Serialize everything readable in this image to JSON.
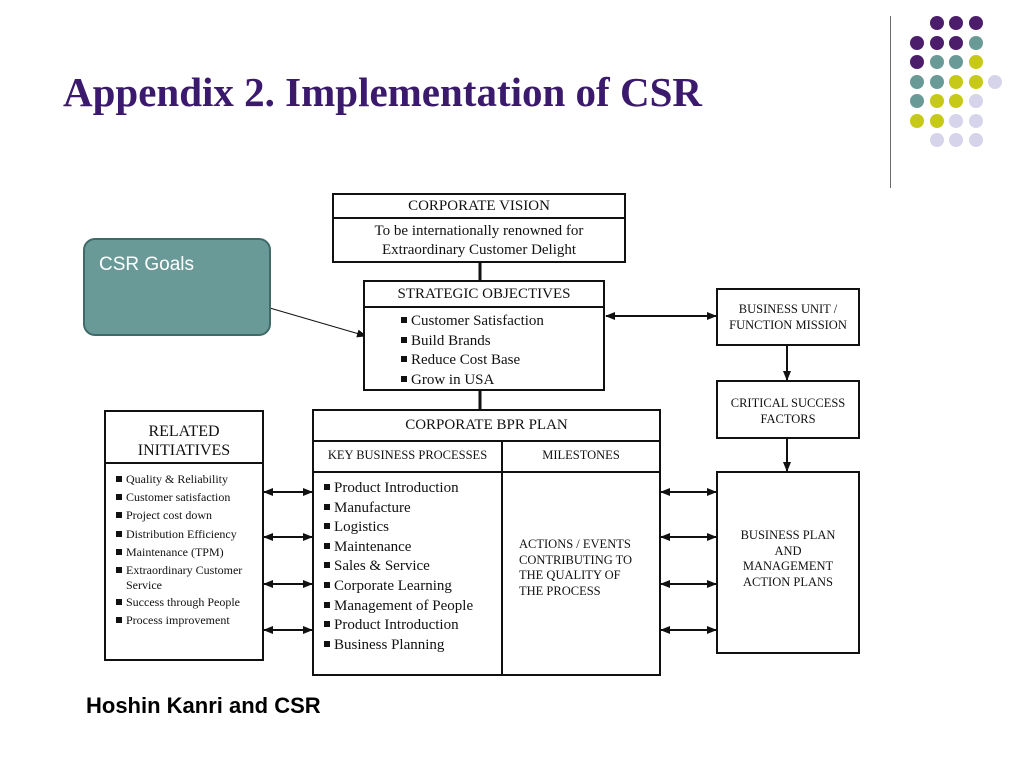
{
  "slide": {
    "title": "Appendix 2. Implementation of CSR",
    "caption": "Hoshin Kanri and CSR"
  },
  "colors": {
    "title": "#3b1a6e",
    "dot_purple": "#4b1d6b",
    "dot_teal": "#6a9a97",
    "dot_yellow": "#c7c918",
    "dot_lavender": "#d6d4ea",
    "callout_fill": "#6a9a97"
  },
  "callout": {
    "label": "CSR Goals"
  },
  "corporate_vision": {
    "header": "CORPORATE VISION",
    "line1": "To be internationally renowned for",
    "line2": "Extraordinary Customer Delight"
  },
  "strategic_objectives": {
    "header": "STRATEGIC OBJECTIVES",
    "items": [
      "Customer Satisfaction",
      "Build Brands",
      "Reduce Cost Base",
      "Grow in USA"
    ]
  },
  "business_unit": {
    "line1": "BUSINESS UNIT /",
    "line2": "FUNCTION MISSION"
  },
  "critical_success": {
    "line1": "CRITICAL SUCCESS",
    "line2": "FACTORS"
  },
  "related_initiatives": {
    "header1": "RELATED",
    "header2": "INITIATIVES",
    "items": [
      "Quality & Reliability",
      "Customer satisfaction",
      "Project cost down",
      "Distribution Efficiency",
      "Maintenance (TPM)",
      "Extraordinary Customer",
      "Service",
      "Success through People",
      "Process improvement"
    ]
  },
  "bpr_plan": {
    "header": "CORPORATE BPR PLAN",
    "col1_header": "KEY BUSINESS PROCESSES",
    "col2_header": "MILESTONES",
    "processes": [
      "Product Introduction",
      "Manufacture",
      "Logistics",
      "Maintenance",
      "Sales & Service",
      "Corporate Learning",
      "Management of People",
      "Product Introduction",
      "Business Planning"
    ],
    "milestone_lines": [
      "ACTIONS / EVENTS",
      "CONTRIBUTING TO",
      "THE QUALITY OF",
      "THE PROCESS"
    ]
  },
  "business_plan": {
    "lines": [
      "BUSINESS PLAN",
      "AND",
      "MANAGEMENT",
      "ACTION PLANS"
    ]
  }
}
